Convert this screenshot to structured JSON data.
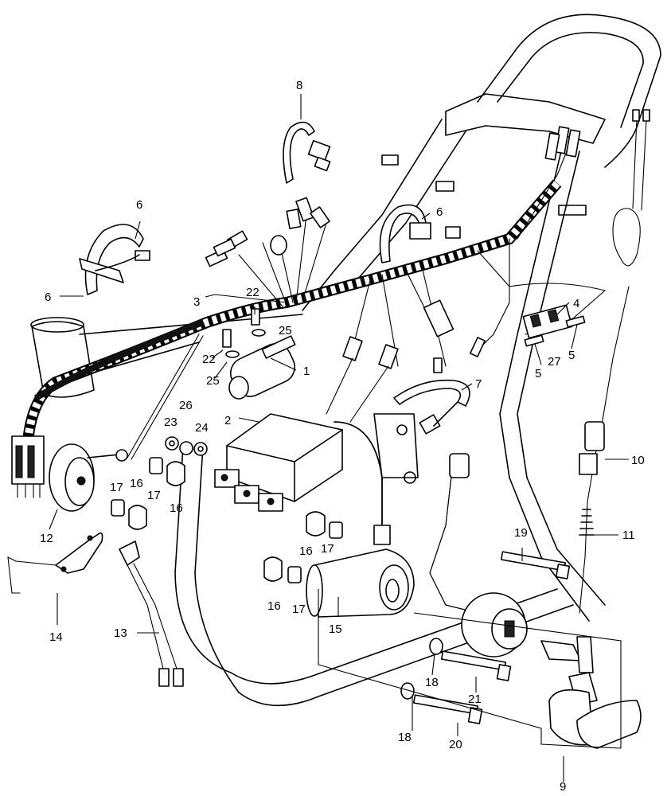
{
  "callouts": [
    {
      "id": "c1",
      "text": "1"
    },
    {
      "id": "c2",
      "text": "2"
    },
    {
      "id": "c3",
      "text": "3"
    },
    {
      "id": "c4",
      "text": "4"
    },
    {
      "id": "c5a",
      "text": "5"
    },
    {
      "id": "c5b",
      "text": "5"
    },
    {
      "id": "c6a",
      "text": "6"
    },
    {
      "id": "c6b",
      "text": "6"
    },
    {
      "id": "c6c",
      "text": "6"
    },
    {
      "id": "c7",
      "text": "7"
    },
    {
      "id": "c8",
      "text": "8"
    },
    {
      "id": "c9",
      "text": "9"
    },
    {
      "id": "c10",
      "text": "10"
    },
    {
      "id": "c11",
      "text": "11"
    },
    {
      "id": "c12",
      "text": "12"
    },
    {
      "id": "c13",
      "text": "13"
    },
    {
      "id": "c14",
      "text": "14"
    },
    {
      "id": "c15",
      "text": "15"
    },
    {
      "id": "c16a",
      "text": "16"
    },
    {
      "id": "c16b",
      "text": "16"
    },
    {
      "id": "c16c",
      "text": "16"
    },
    {
      "id": "c16d",
      "text": "16"
    },
    {
      "id": "c17a",
      "text": "17"
    },
    {
      "id": "c17b",
      "text": "17"
    },
    {
      "id": "c17c",
      "text": "17"
    },
    {
      "id": "c17d",
      "text": "17"
    },
    {
      "id": "c18a",
      "text": "18"
    },
    {
      "id": "c18b",
      "text": "18"
    },
    {
      "id": "c19",
      "text": "19"
    },
    {
      "id": "c20",
      "text": "20"
    },
    {
      "id": "c21",
      "text": "21"
    },
    {
      "id": "c22a",
      "text": "22"
    },
    {
      "id": "c22b",
      "text": "22"
    },
    {
      "id": "c23",
      "text": "23"
    },
    {
      "id": "c24",
      "text": "24"
    },
    {
      "id": "c25a",
      "text": "25"
    },
    {
      "id": "c25b",
      "text": "25"
    },
    {
      "id": "c26",
      "text": "26"
    },
    {
      "id": "c27",
      "text": "27"
    }
  ]
}
